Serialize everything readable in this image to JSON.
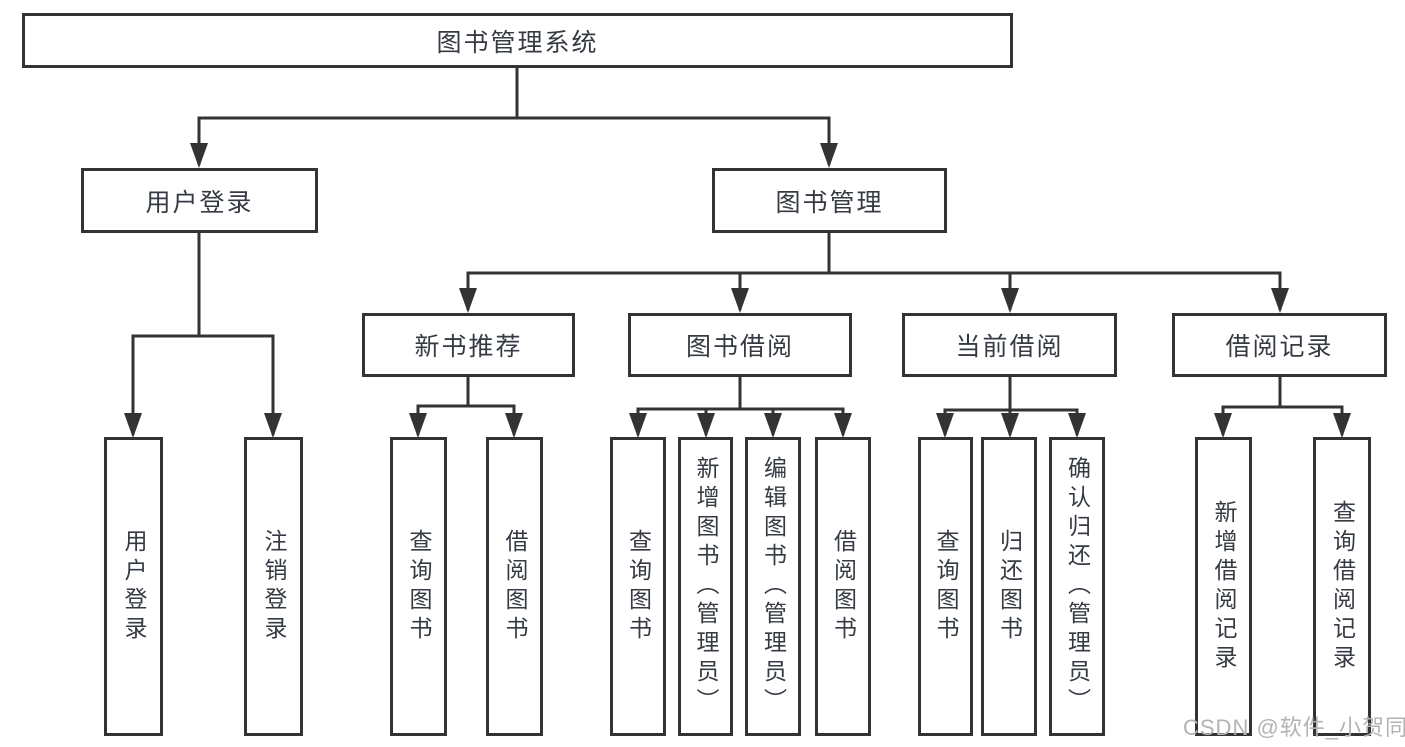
{
  "tree": {
    "label": "图书管理系统",
    "children": [
      {
        "label": "用户登录",
        "children": [
          {
            "label": "用户登录"
          },
          {
            "label": "注销登录"
          }
        ]
      },
      {
        "label": "图书管理",
        "children": [
          {
            "label": "新书推荐",
            "children": [
              {
                "label": "查询图书"
              },
              {
                "label": "借阅图书"
              }
            ]
          },
          {
            "label": "图书借阅",
            "children": [
              {
                "label": "查询图书"
              },
              {
                "label": "新增图书（管理员）"
              },
              {
                "label": "编辑图书（管理员）"
              },
              {
                "label": "借阅图书"
              }
            ]
          },
          {
            "label": "当前借阅",
            "children": [
              {
                "label": "查询图书"
              },
              {
                "label": "归还图书"
              },
              {
                "label": "确认归还（管理员）"
              }
            ]
          },
          {
            "label": "借阅记录",
            "children": [
              {
                "label": "新增借阅记录"
              },
              {
                "label": "查询借阅记录"
              }
            ]
          }
        ]
      }
    ]
  },
  "watermark": {
    "text": "CSDN @软件_小贺同学"
  },
  "colors": {
    "line": "#333333",
    "box_border": "#333333",
    "text": "#363b43",
    "watermark": "#b3b3b3",
    "background": "#ffffff"
  }
}
